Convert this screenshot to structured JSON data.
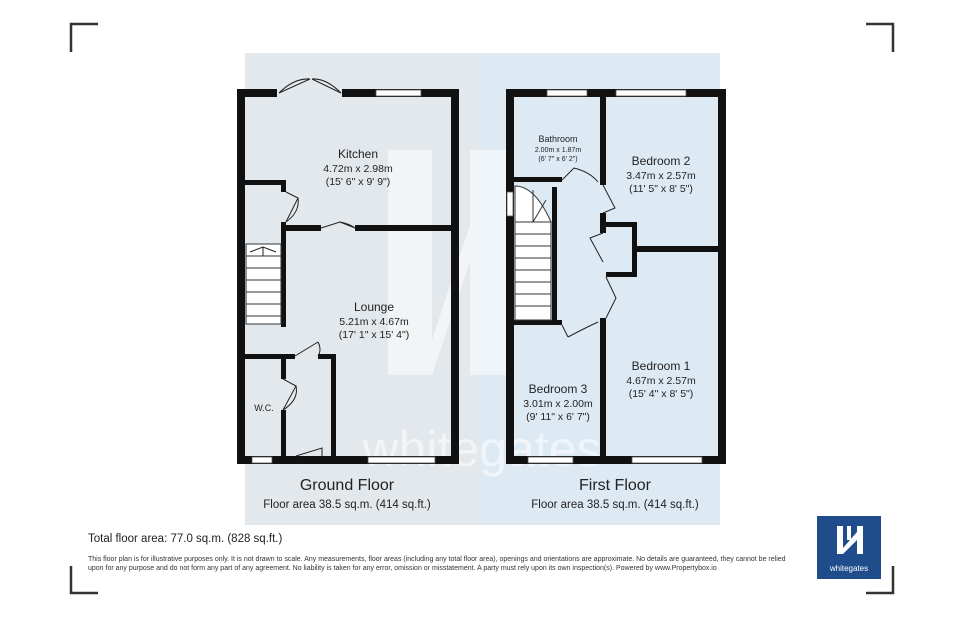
{
  "ground_floor": {
    "title": "Ground Floor",
    "area": "Floor area 38.5 sq.m. (414 sq.ft.)",
    "rooms": {
      "kitchen": {
        "name": "Kitchen",
        "metric": "4.72m x 2.98m",
        "imperial": "(15' 6\" x 9' 9\")"
      },
      "lounge": {
        "name": "Lounge",
        "metric": "5.21m x 4.67m",
        "imperial": "(17' 1\" x 15' 4\")"
      },
      "wc": {
        "name": "W.C."
      }
    }
  },
  "first_floor": {
    "title": "First Floor",
    "area": "Floor area 38.5 sq.m. (414 sq.ft.)",
    "rooms": {
      "bathroom": {
        "name": "Bathroom",
        "metric": "2.00m x 1.87m",
        "imperial": "(6' 7\" x 6' 2\")"
      },
      "bedroom2": {
        "name": "Bedroom 2",
        "metric": "3.47m x 2.57m",
        "imperial": "(11' 5\" x 8' 5\")"
      },
      "bedroom1": {
        "name": "Bedroom 1",
        "metric": "4.67m x 2.57m",
        "imperial": "(15' 4\" x 8' 5\")"
      },
      "bedroom3": {
        "name": "Bedroom 3",
        "metric": "3.01m x 2.00m",
        "imperial": "(9' 11\" x 6' 7\")"
      }
    }
  },
  "total_area": "Total floor area: 77.0 sq.m. (828 sq.ft.)",
  "disclaimer": "This floor plan is for illustrative purposes only. It is not drawn to scale. Any measurements, floor areas (including any total floor area), openings and orientations are approximate. No details are guaranteed, they cannot be relied upon for any purpose and do not form any part of any agreement. No liability is taken for any error, omission or misstatement. A party must rely upon its own inspection(s). Powered by www.Propertybox.io",
  "watermark": "whitegates",
  "logo": {
    "text": "whitegates",
    "icon": "whitegates-logo-icon"
  },
  "colors": {
    "ground_bg": "#e3e8ec",
    "first_bg": "#deeaf3",
    "wall": "#111111",
    "logo_bg": "#1f4d8c"
  }
}
